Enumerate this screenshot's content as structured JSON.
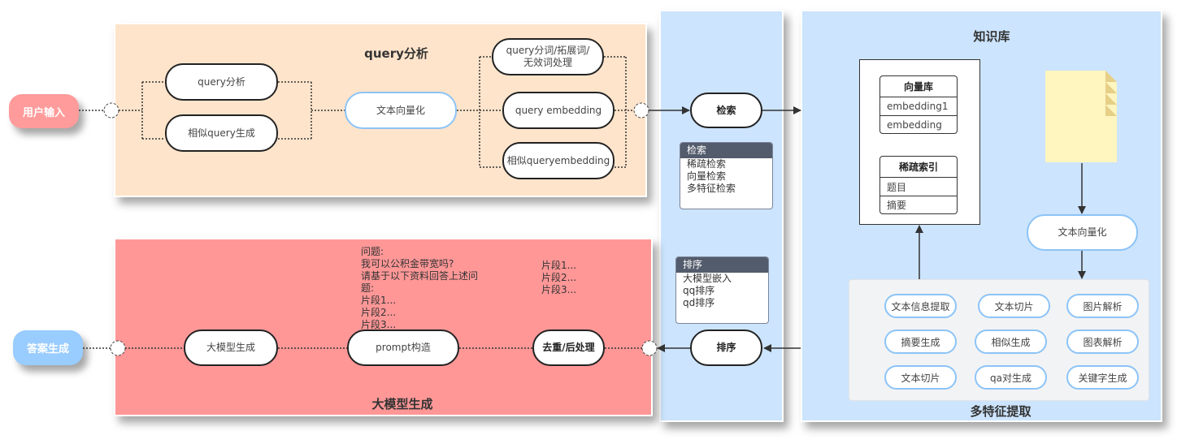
{
  "terminals": {
    "user_input": "用户输入",
    "answer_generation": "答案生成"
  },
  "query_panel": {
    "title": "query分析",
    "nodes": {
      "query_analysis": "query分析",
      "similar_query": "相似query生成",
      "text_vectorize": "文本向量化",
      "tokenize": "query分词/拓展词/无效词处理",
      "query_embedding": "query embedding",
      "similar_query_embedding": "相似queryembedding"
    }
  },
  "retrieval": {
    "node": "检索",
    "card": {
      "title": "检索",
      "items": [
        "稀疏检索",
        "向量检索",
        "多特征检索"
      ]
    },
    "rank_node": "排序",
    "rank_card": {
      "title": "排序",
      "items": [
        "大模型嵌入",
        "qq排序",
        "qd排序"
      ]
    }
  },
  "knowledge": {
    "title": "知识库",
    "vector_db": {
      "header": "向量库",
      "rows": [
        "embedding1",
        "embedding"
      ]
    },
    "sparse_index": {
      "header": "稀疏索引",
      "rows": [
        "题目",
        "摘要"
      ]
    },
    "doc_vectorize": "文本向量化",
    "features_title": "多特征提取",
    "features": [
      "文本信息提取",
      "文本切片",
      "图片解析",
      "摘要生成",
      "相似生成",
      "图表解析",
      "文本切片",
      "qa对生成",
      "关键字生成"
    ]
  },
  "llm_panel": {
    "title": "大模型生成",
    "nodes": {
      "llm_generate": "大模型生成",
      "prompt": "prompt构造",
      "dedup": "去重/后处理"
    },
    "prompt_note": "问题:\n我可以公积金带宽吗?\n请基于以下资料回答上述问\n题:\n片段1...\n片段2...\n片段3...",
    "dedup_note": "片段1...\n片段2...\n片段3..."
  },
  "colors": {
    "query_bg": "#fee4cb",
    "llm_bg": "#ff9797",
    "blue_bg": "#cce4fd",
    "user_input_tag": "#ff9b9b",
    "answer_tag": "#99ccff",
    "doc_fill": "#fff5bf",
    "features_bg": "#f2f3f5",
    "card_head": "#535c6c"
  }
}
